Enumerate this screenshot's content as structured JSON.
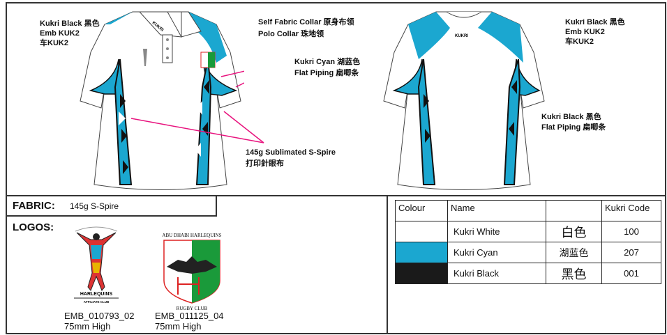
{
  "front_annotations": {
    "emb": [
      "Kukri Black  黑色",
      "Emb KUK2",
      "车KUK2"
    ],
    "collar": [
      "Self Fabric Collar  原身布领",
      "Polo Collar   珠地领"
    ],
    "piping": [
      "Kukri Cyan  湖蓝色",
      "Flat Piping    扁唧条"
    ],
    "fabric": [
      "145g Sublimated S-Spire",
      "打印針眼布"
    ],
    "collar_brand": "KUKRI"
  },
  "back_annotations": {
    "emb": [
      "Kukri Black  黑色",
      "Emb KUK2",
      "车KUK2"
    ],
    "piping": [
      "Kukri Black  黑色",
      "Flat Piping  扁唧条"
    ],
    "brand": "KUKRI"
  },
  "fabric": {
    "label": "FABRIC:",
    "value": "145g S-Spire"
  },
  "logos": {
    "label": "LOGOS:",
    "items": [
      {
        "code": "EMB_010793_02",
        "size": "75mm High",
        "name": "HARLEQUINS",
        "sub": "AFFILIATE CLUB"
      },
      {
        "code": "EMB_011125_04",
        "size": "75mm High",
        "name": "ABU DHABI HARLEQUINS",
        "sub": "RUGBY CLUB"
      }
    ]
  },
  "colour_table": {
    "headers": [
      "Colour",
      "Name",
      "",
      "Kukri Code"
    ],
    "rows": [
      {
        "swatch": "#ffffff",
        "name": "Kukri White",
        "cn": "白色",
        "code": "100"
      },
      {
        "swatch": "#1ba7d0",
        "name": "Kukri Cyan",
        "cn": "湖蓝色",
        "code": "207"
      },
      {
        "swatch": "#1a1a1a",
        "name": "Kukri Black",
        "cn": "黑色",
        "code": "001"
      }
    ]
  },
  "colors": {
    "cyan": "#1ba7d0",
    "pink": "#e8137e",
    "black": "#1a1a1a"
  }
}
